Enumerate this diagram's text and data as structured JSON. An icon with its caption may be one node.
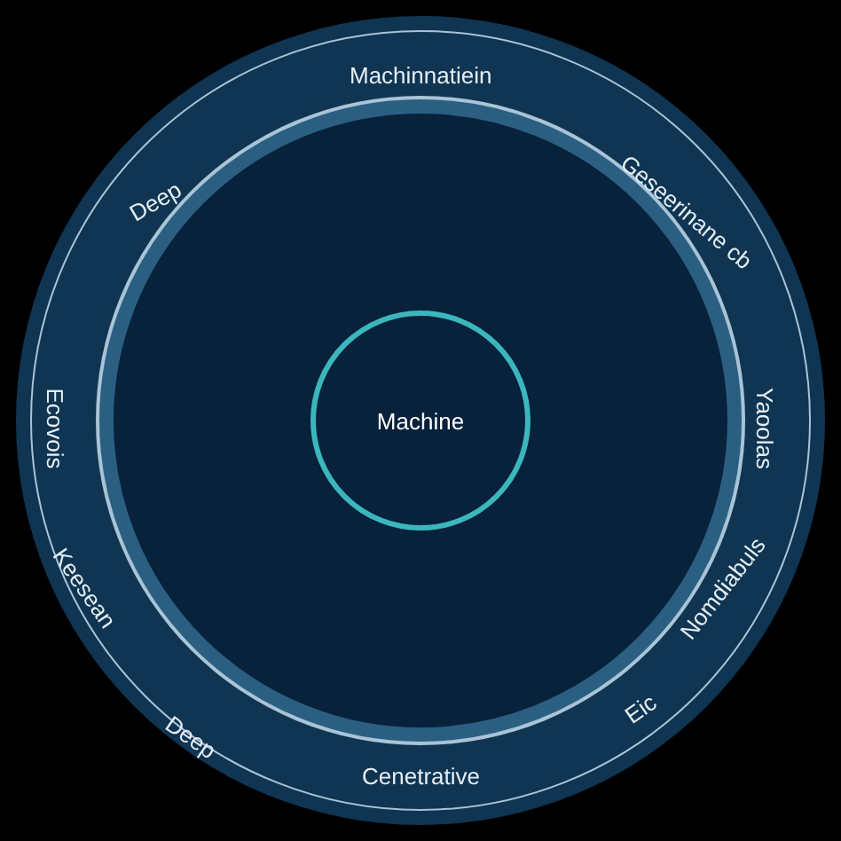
{
  "diagram": {
    "nodes": [
      {
        "text": [
          "Machinnatiein",
          "Geseerinane cb",
          "Yaoolas",
          "Nomdiabuls",
          "Eic",
          "Cenetrative",
          "Deep",
          "Keesean",
          "Ecovois",
          "Deep"
        ]
      },
      {
        "text": [
          "Machine"
        ],
        "in": 0
      }
    ]
  }
}
